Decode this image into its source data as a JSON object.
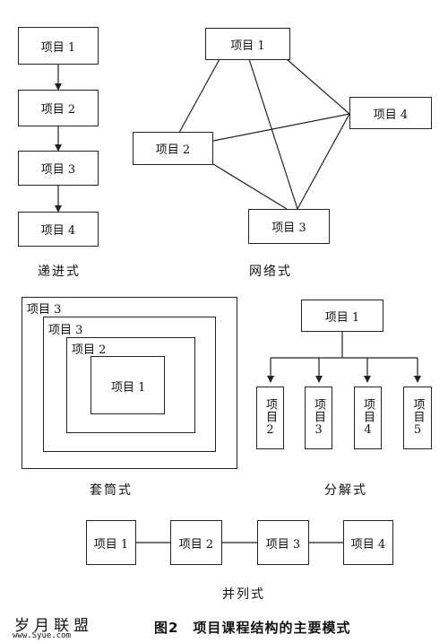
{
  "progressive": {
    "items": [
      "项目 1",
      "项目 2",
      "项目 3",
      "项目 4"
    ],
    "caption": "递进式"
  },
  "network": {
    "items": [
      "项目 1",
      "项目 2",
      "项目 3",
      "项目 4"
    ],
    "caption": "网络式"
  },
  "nested": {
    "items": [
      "项目 3",
      "项目 3",
      "项目 2",
      "项目 1"
    ],
    "caption": "套筒式"
  },
  "decomposition": {
    "root": "项目 1",
    "children": [
      "项目2",
      "项目3",
      "项目4",
      "项目5"
    ],
    "caption": "分解式"
  },
  "parallel": {
    "items": [
      "项目 1",
      "项目 2",
      "项目 3",
      "项目 4"
    ],
    "caption": "并列式"
  },
  "figure_title": "图2　项目课程结构的主要模式",
  "watermark": {
    "text": "岁月联盟",
    "url": "www.Syue.com"
  }
}
